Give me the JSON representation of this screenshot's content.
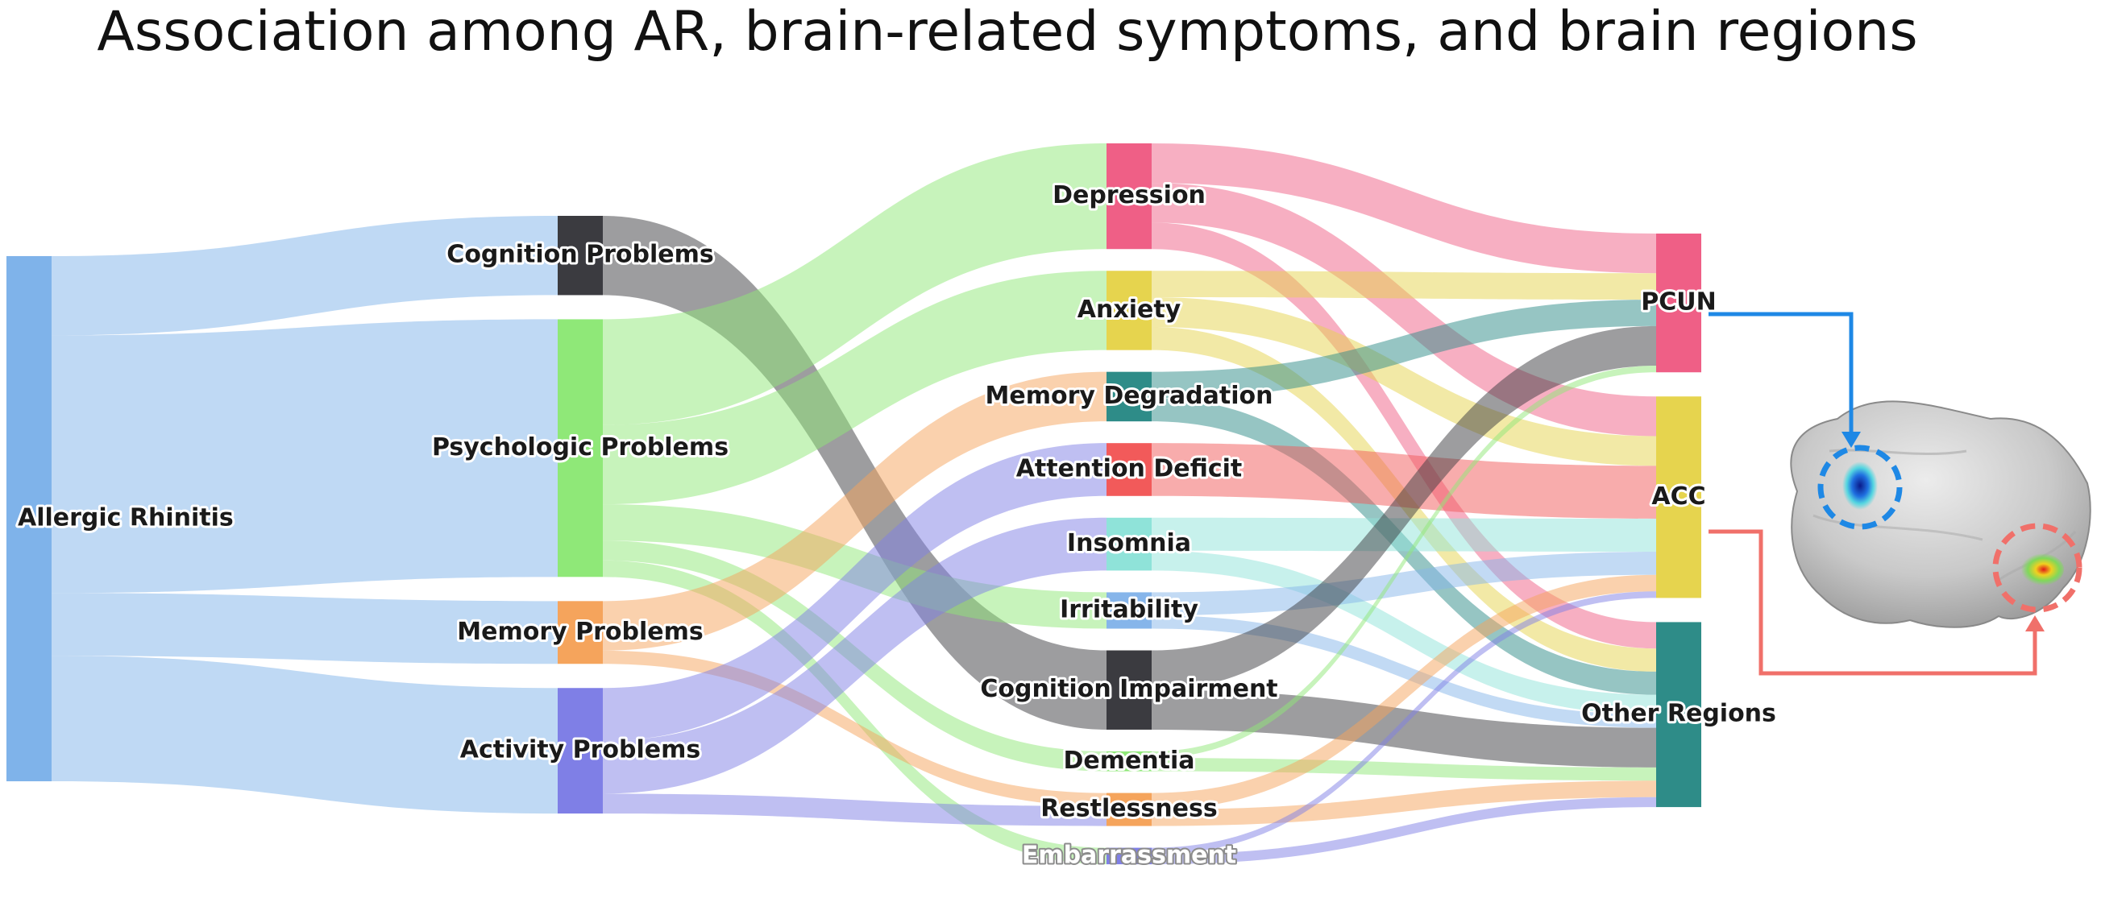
{
  "title": "Association among AR, brain-related symptoms, and brain regions",
  "chart_data": {
    "type": "sankey",
    "title": "Association among AR, brain-related symptoms, and brain regions",
    "nodes": [
      {
        "id": "ar",
        "label": "Allergic Rhinitis",
        "color": "#7fb3ea",
        "column": 0
      },
      {
        "id": "cog",
        "label": "Cognition Problems",
        "color": "#3b3b40",
        "column": 1
      },
      {
        "id": "psy",
        "label": "Psychologic Problems",
        "color": "#8fe878",
        "column": 1
      },
      {
        "id": "mem",
        "label": "Memory Problems",
        "color": "#f5a45c",
        "column": 1
      },
      {
        "id": "act",
        "label": "Activity Problems",
        "color": "#7f7fe6",
        "column": 1
      },
      {
        "id": "dep",
        "label": "Depression",
        "color": "#ef5f86",
        "column": 2
      },
      {
        "id": "anx",
        "label": "Anxiety",
        "color": "#e6d44e",
        "column": 2
      },
      {
        "id": "memd",
        "label": "Memory Degradation",
        "color": "#2e8c88",
        "column": 2
      },
      {
        "id": "att",
        "label": "Attention Deficit",
        "color": "#f25a5a",
        "column": 2
      },
      {
        "id": "ins",
        "label": "Insomnia",
        "color": "#8fe3d9",
        "column": 2
      },
      {
        "id": "irr",
        "label": "Irritability",
        "color": "#86b5ea",
        "column": 2
      },
      {
        "id": "cogi",
        "label": "Cognition Impairment",
        "color": "#3b3b40",
        "column": 2
      },
      {
        "id": "dem",
        "label": "Dementia",
        "color": "#8fe878",
        "column": 2
      },
      {
        "id": "res",
        "label": "Restlessness",
        "color": "#f5a45c",
        "column": 2
      },
      {
        "id": "emb",
        "label": "Embarrassment",
        "color": "#7f7fe6",
        "column": 2
      },
      {
        "id": "pcun",
        "label": "PCUN",
        "color": "#ef5f86",
        "column": 3
      },
      {
        "id": "acc",
        "label": "ACC",
        "color": "#e6d44e",
        "column": 3
      },
      {
        "id": "oth",
        "label": "Other Regions",
        "color": "#2e8c88",
        "column": 3
      }
    ],
    "links": [
      {
        "source": "ar",
        "target": "cog",
        "value": 1.2
      },
      {
        "source": "ar",
        "target": "psy",
        "value": 3.9
      },
      {
        "source": "ar",
        "target": "mem",
        "value": 0.95
      },
      {
        "source": "ar",
        "target": "act",
        "value": 1.9
      },
      {
        "source": "cog",
        "target": "cogi",
        "value": 1.2
      },
      {
        "source": "psy",
        "target": "dep",
        "value": 1.6
      },
      {
        "source": "psy",
        "target": "anx",
        "value": 1.2
      },
      {
        "source": "psy",
        "target": "irr",
        "value": 0.55
      },
      {
        "source": "psy",
        "target": "dem",
        "value": 0.3
      },
      {
        "source": "psy",
        "target": "emb",
        "value": 0.25
      },
      {
        "source": "mem",
        "target": "memd",
        "value": 0.75
      },
      {
        "source": "mem",
        "target": "res",
        "value": 0.2
      },
      {
        "source": "act",
        "target": "att",
        "value": 0.8
      },
      {
        "source": "act",
        "target": "ins",
        "value": 0.8
      },
      {
        "source": "act",
        "target": "res",
        "value": 0.3
      },
      {
        "source": "dep",
        "target": "pcun",
        "value": 0.6
      },
      {
        "source": "dep",
        "target": "acc",
        "value": 0.6
      },
      {
        "source": "dep",
        "target": "oth",
        "value": 0.4
      },
      {
        "source": "anx",
        "target": "pcun",
        "value": 0.4
      },
      {
        "source": "anx",
        "target": "acc",
        "value": 0.45
      },
      {
        "source": "anx",
        "target": "oth",
        "value": 0.35
      },
      {
        "source": "memd",
        "target": "pcun",
        "value": 0.4
      },
      {
        "source": "memd",
        "target": "oth",
        "value": 0.35
      },
      {
        "source": "att",
        "target": "acc",
        "value": 0.8
      },
      {
        "source": "ins",
        "target": "acc",
        "value": 0.5
      },
      {
        "source": "ins",
        "target": "oth",
        "value": 0.3
      },
      {
        "source": "irr",
        "target": "acc",
        "value": 0.35
      },
      {
        "source": "irr",
        "target": "oth",
        "value": 0.2
      },
      {
        "source": "cogi",
        "target": "pcun",
        "value": 0.6
      },
      {
        "source": "cogi",
        "target": "oth",
        "value": 0.6
      },
      {
        "source": "dem",
        "target": "pcun",
        "value": 0.1
      },
      {
        "source": "dem",
        "target": "oth",
        "value": 0.2
      },
      {
        "source": "res",
        "target": "acc",
        "value": 0.25
      },
      {
        "source": "res",
        "target": "oth",
        "value": 0.25
      },
      {
        "source": "emb",
        "target": "acc",
        "value": 0.1
      },
      {
        "source": "emb",
        "target": "oth",
        "value": 0.15
      }
    ],
    "annotations": {
      "pcun_arrow_color": "#1e88e5",
      "acc_arrow_color": "#f0706a"
    }
  }
}
